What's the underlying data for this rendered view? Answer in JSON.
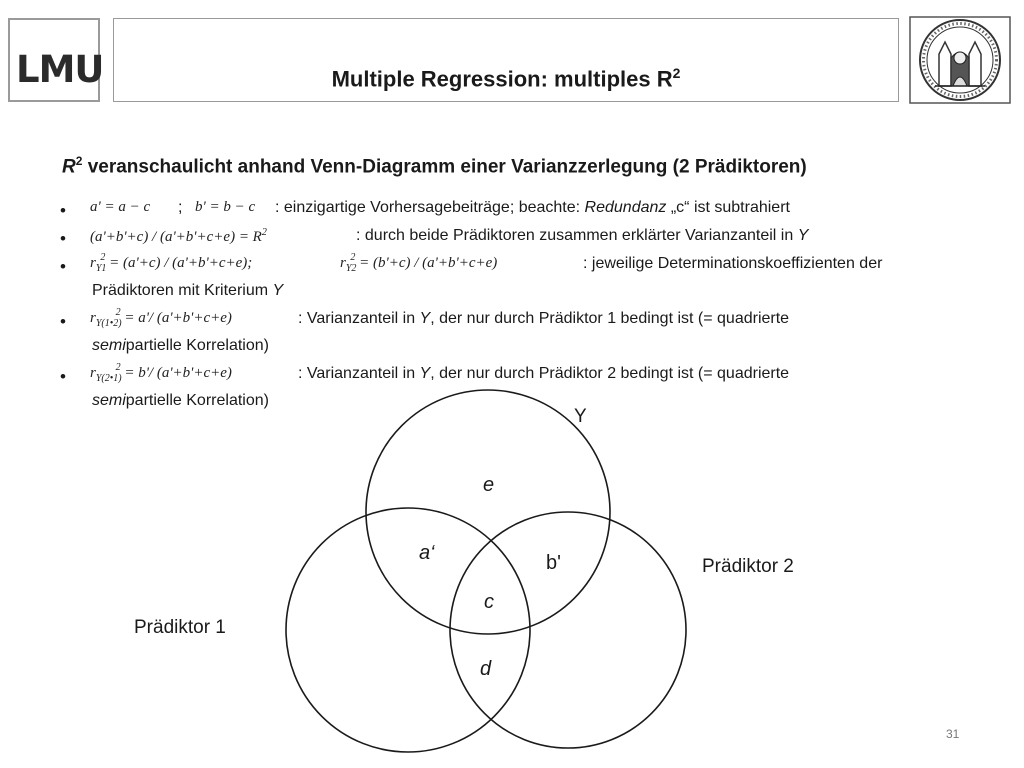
{
  "header": {
    "logo": "LMU",
    "title": "Multiple Regression: multiples R",
    "title_sup": "2"
  },
  "heading": {
    "r": "R",
    "sup": "2",
    "text": " veranschaulicht anhand Venn-Diagramm einer Varianzzerlegung (2 Prädiktoren)"
  },
  "bullets": {
    "b1": {
      "formula_a": "a' = a − c",
      "sep": ";",
      "formula_b": "b' = b − c",
      "text_pre": ": einzigartige Vorhersagebeiträge; beachte: ",
      "text_em": "Redundanz",
      "text_post": " „c“ ist subtrahiert"
    },
    "b2": {
      "formula": "(a'+b'+c) / (a'+b'+c+e) = R",
      "text_pre": ": durch beide Prädiktoren zusammen erklärter Varianzanteil in ",
      "text_em": "Y"
    },
    "b3": {
      "formula_1": "= (a'+c) / (a'+b'+c+e);",
      "formula_2": "= (b'+c) / (a'+b'+c+e)",
      "text": ": jeweilige Determinationskoeffizienten der",
      "cont_pre": "Prädiktoren mit Kriterium ",
      "cont_em": "Y"
    },
    "b4": {
      "formula": "= a'/ (a'+b'+c+e)",
      "text_pre": ": Varianzanteil in ",
      "text_em": "Y",
      "text_post": ", der nur durch Prädiktor 1 bedingt ist (= quadrierte",
      "cont_em": "semi",
      "cont_post": "partielle Korrelation)"
    },
    "b5": {
      "formula": "= b'/ (a'+b'+c+e)",
      "text_pre": ": Varianzanteil in ",
      "text_em": "Y",
      "text_post": ", der nur durch Prädiktor 2 bedingt ist (= quadrierte",
      "cont_em": "semi",
      "cont_post": "partielle Korrelation)"
    }
  },
  "venn": {
    "label_y": "Y",
    "label_p1": "Prädiktor 1",
    "label_p2": "Prädiktor 2",
    "area_e": "e",
    "area_a": "a‘",
    "area_b": "b'",
    "area_c": "c",
    "area_d": "d"
  },
  "page_number": "31"
}
